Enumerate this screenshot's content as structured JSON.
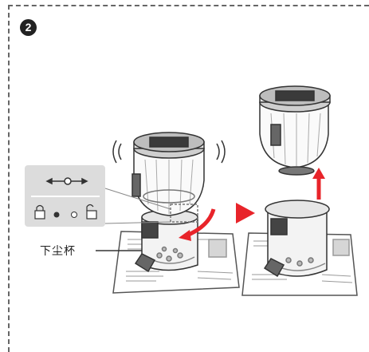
{
  "step": {
    "number": "2"
  },
  "labels": {
    "dust_collector": "下尘杯"
  },
  "colors": {
    "accent_arrow": "#e8242a",
    "frame_dash": "#666666",
    "badge_bg": "#222222",
    "panel_bg": "#dcdcdc"
  },
  "icons": {
    "rotate_hint": "double-arrow-with-circle",
    "locked": "padlock-closed-icon",
    "unlocked": "padlock-open-icon"
  }
}
